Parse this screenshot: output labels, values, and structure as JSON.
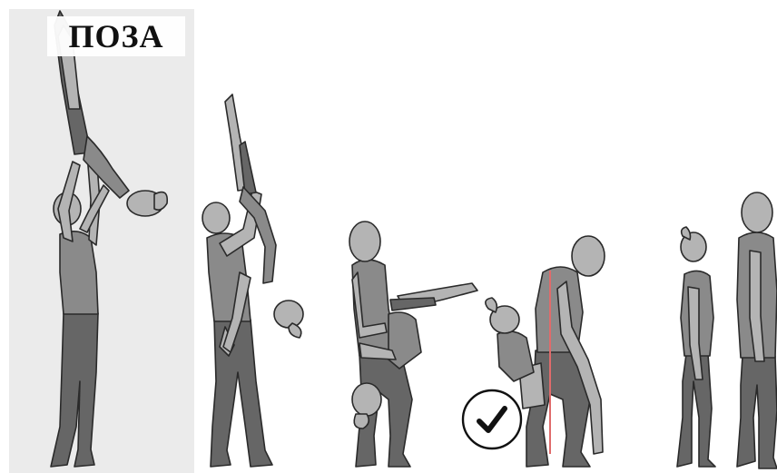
{
  "pose_label": "ПОЗА",
  "colors": {
    "highlight_panel": "#ebebeb",
    "skin": "#b4b4b4",
    "leotard": "#8a8a8a",
    "leggings": "#666666",
    "outline": "#2a2a2a",
    "guide_line": "#e06b6b",
    "check_mark": "#111111"
  },
  "icons": [
    "check-mark-icon"
  ],
  "frames": [
    "frame-1-pose",
    "frame-2",
    "frame-3",
    "frame-4",
    "frame-5"
  ]
}
